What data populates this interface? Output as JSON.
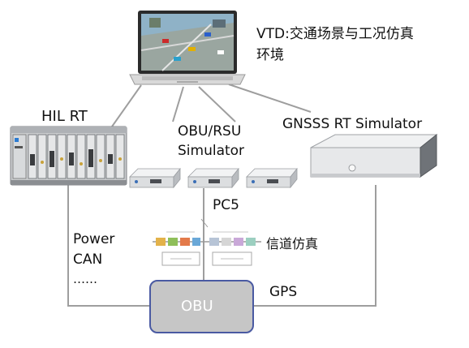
{
  "labels": {
    "vtd_line1": "VTD:交通场景与工况仿真",
    "vtd_line2": "环境",
    "hil_rt": "HIL RT",
    "obu_rsu_line1": "OBU/RSU",
    "obu_rsu_line2": "Simulator",
    "gnss_sim": "GNSSS RT Simulator",
    "pc5": "PC5",
    "channel_sim": "信道仿真",
    "power": "Power",
    "can": "CAN",
    "ellipsis": "……",
    "obu": "OBU",
    "gps": "GPS"
  },
  "colors": {
    "connector": "#9e9e9e",
    "obu_fill": "#c6c6c6",
    "obu_border": "#4a5aa2",
    "laptop_frame": "#2b2b2b",
    "device_body": "#e7e8ea",
    "device_front": "#6f7378"
  }
}
